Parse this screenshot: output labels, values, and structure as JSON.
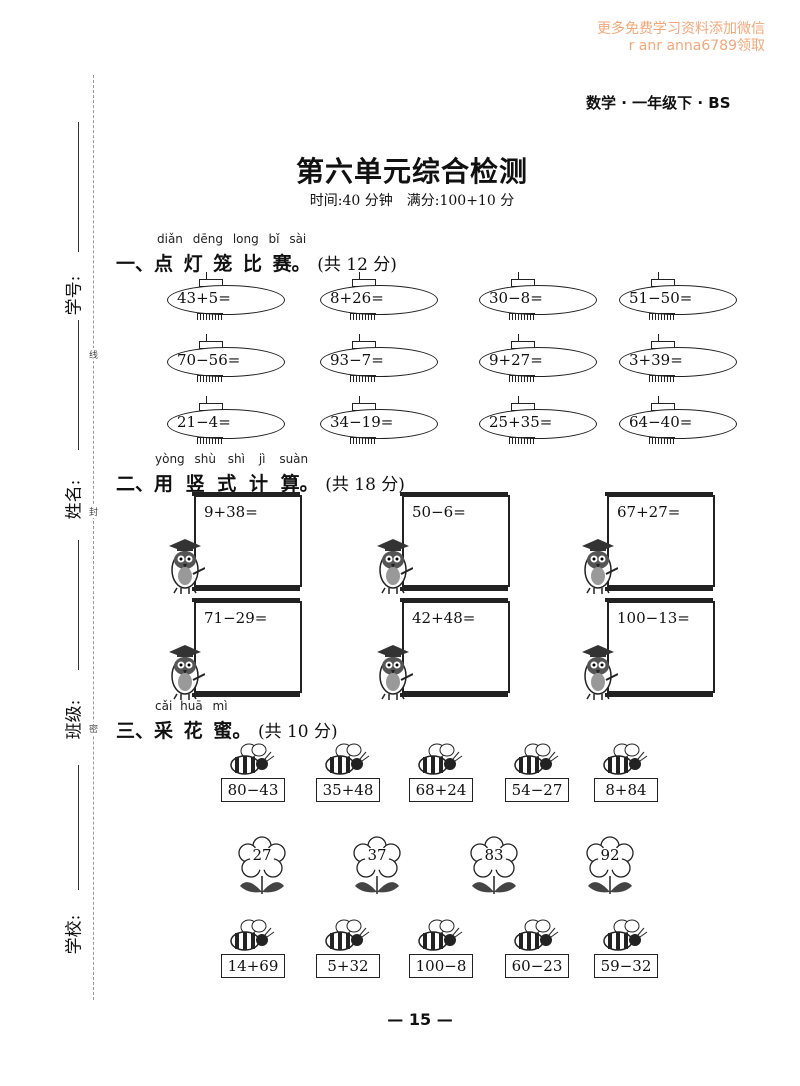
{
  "watermark": {
    "line1": "更多免费学习资料添加微信",
    "line2": "r anr anna6789领取"
  },
  "header": {
    "subject": "数学 · 一年级下 · BS"
  },
  "title": "第六单元综合检测",
  "subtitle": "时间:40 分钟　满分:100+10 分",
  "side": {
    "xuehao": "学号:",
    "xingming": "姓名:",
    "banji": "班级:",
    "xuexiao": "学校:",
    "mark_xian": "线",
    "mark_feng": "封",
    "mark_mi": "密"
  },
  "section1": {
    "number": "一、",
    "pinyin": [
      "diǎn",
      "dēng",
      "long",
      "bǐ",
      "sài"
    ],
    "chars": [
      "点",
      "灯",
      "笼",
      "比",
      "赛"
    ],
    "end": "。",
    "points": "(共 12 分)",
    "lanterns": [
      "43+5=",
      "8+26=",
      "30−8=",
      "51−50=",
      "70−56=",
      "93−7=",
      "9+27=",
      "3+39=",
      "21−4=",
      "34−19=",
      "25+35=",
      "64−40="
    ]
  },
  "section2": {
    "number": "二、",
    "pinyin": [
      "yòng",
      "shù",
      "shì",
      "jì",
      "suàn"
    ],
    "chars": [
      "用",
      "竖",
      "式",
      "计",
      "算"
    ],
    "end": "。",
    "points": "(共 18 分)",
    "boards": [
      "9+38=",
      "50−6=",
      "67+27=",
      "71−29=",
      "42+48=",
      "100−13="
    ]
  },
  "section3": {
    "number": "三、",
    "pinyin": [
      "cǎi",
      "huā",
      "mì"
    ],
    "chars": [
      "采",
      "花",
      "蜜"
    ],
    "end": "。",
    "points": "(共 10 分)",
    "bees_top": [
      "80−43",
      "35+48",
      "68+24",
      "54−27",
      "8+84"
    ],
    "flowers": [
      "27",
      "37",
      "83",
      "92"
    ],
    "bees_bottom": [
      "14+69",
      "5+32",
      "100−8",
      "60−23",
      "59−32"
    ]
  },
  "page_number": "— 15 —"
}
